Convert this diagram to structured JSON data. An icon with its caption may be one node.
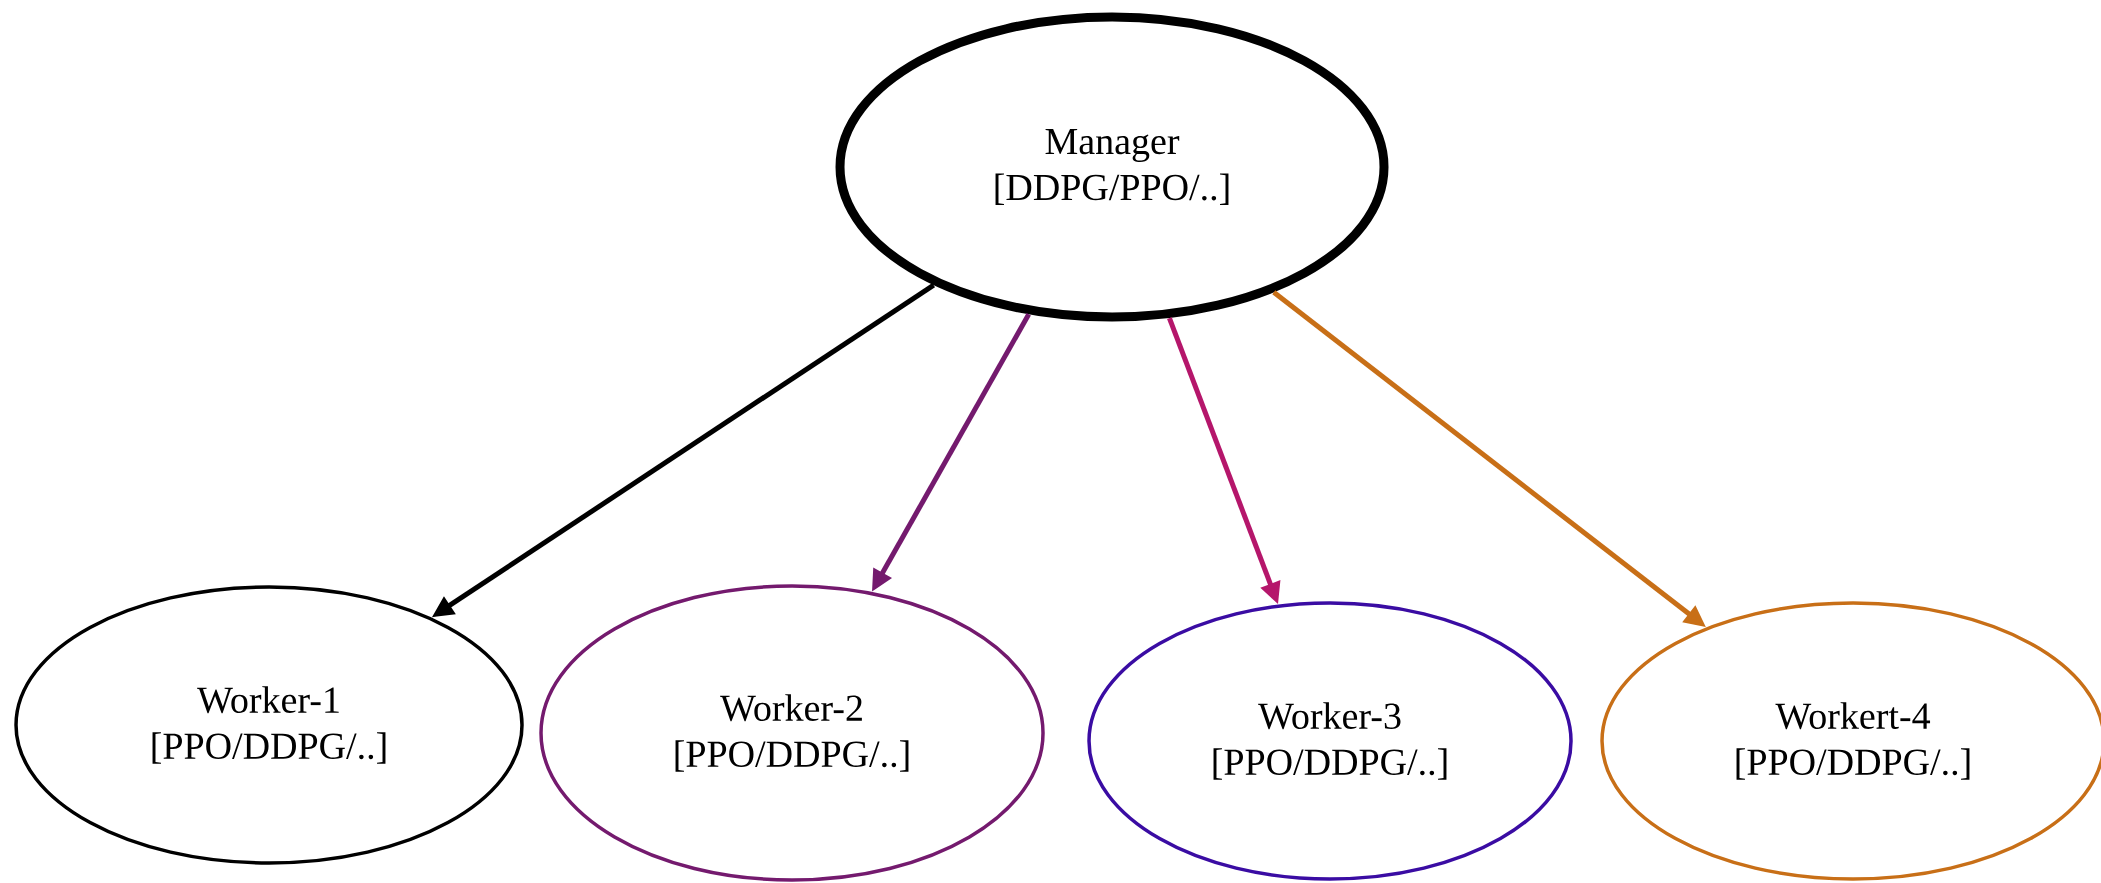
{
  "diagram": {
    "nodes": [
      {
        "text": [
          "Manager [DDPG/PPO/..]"
        ]
      },
      {
        "text": [
          "Worker-1 [PPO/DDPG/..]"
        ]
      },
      {
        "text": [
          "Worker-2 [PPO/DDPG/..]"
        ]
      },
      {
        "text": [
          "Worker-3 [PPO/DDPG/..]"
        ]
      },
      {
        "text": [
          "Workert-4 [PPO/DDPG/..]"
        ]
      }
    ],
    "edges": [
      {
        "from": 0,
        "to": 1,
        "arrow": "to"
      },
      {
        "from": 0,
        "to": 2,
        "arrow": "to",
        "color": "#741a6e"
      },
      {
        "from": 0,
        "to": 3,
        "arrow": "to",
        "color": "#b5166b"
      },
      {
        "from": 0,
        "to": 4,
        "arrow": "to",
        "color": "#c86f17"
      }
    ]
  }
}
